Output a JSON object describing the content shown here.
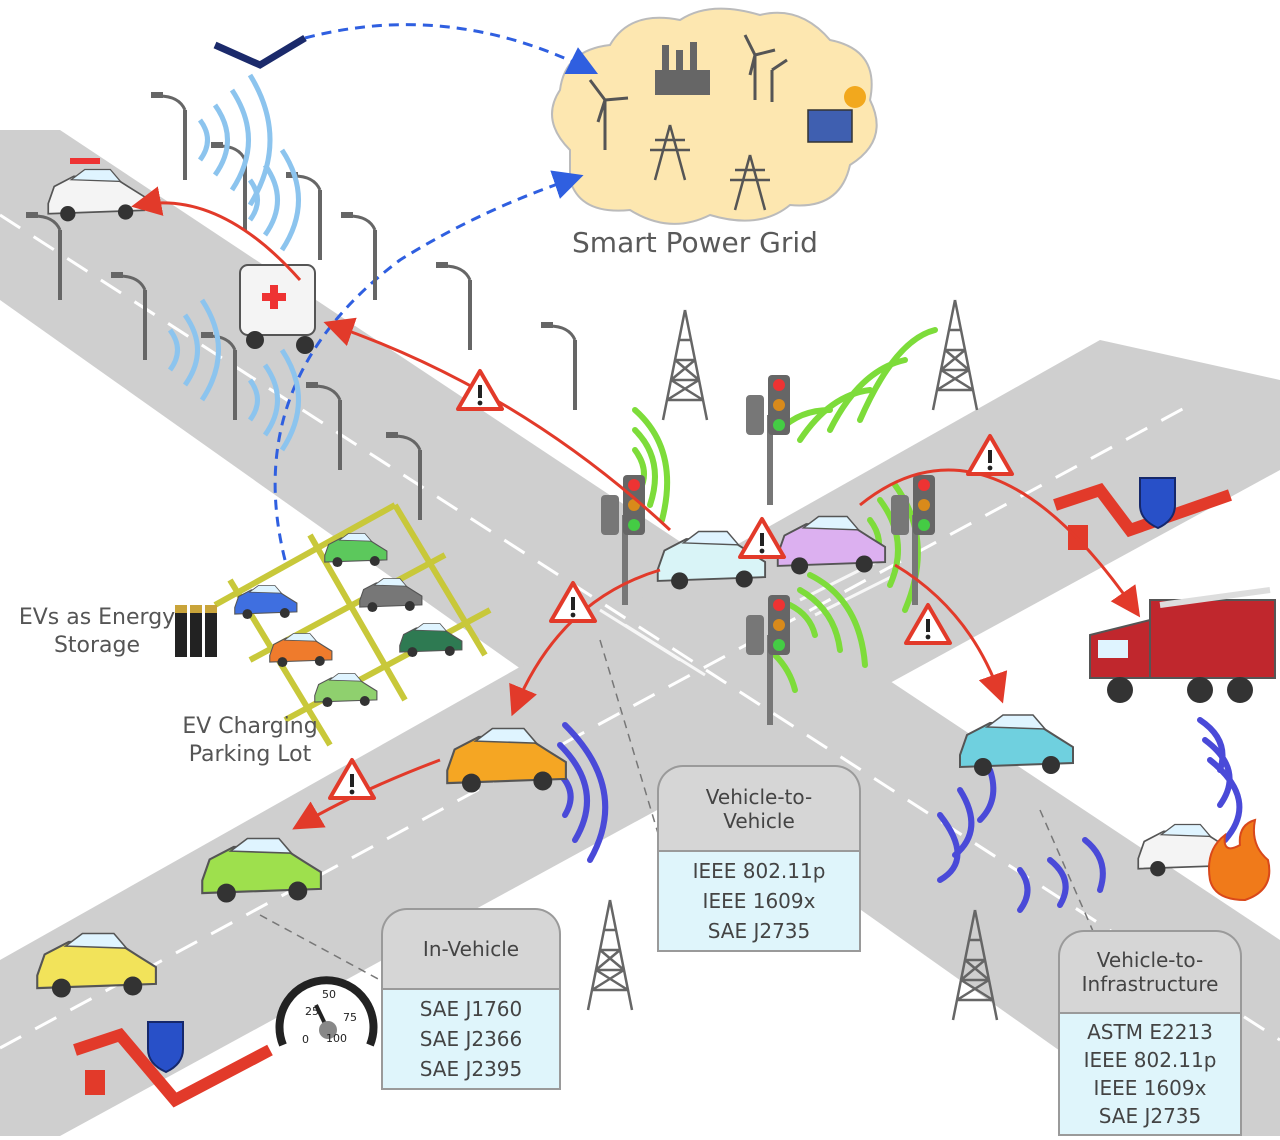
{
  "title": "Smart Power Grid",
  "labels": {
    "ev_storage": "EVs as Energy Storage",
    "ev_storage_line1": "EVs as Energy",
    "ev_storage_line2": "Storage",
    "ev_parking_line1": "EV Charging",
    "ev_parking_line2": "Parking Lot"
  },
  "boxes": {
    "v2v": {
      "title_line1": "Vehicle-to-",
      "title_line2": "Vehicle",
      "items": [
        "IEEE 802.11p",
        "IEEE 1609x",
        "SAE J2735"
      ]
    },
    "in_vehicle": {
      "title": "In-Vehicle",
      "items": [
        "SAE J1760",
        "SAE J2366",
        "SAE J2395"
      ]
    },
    "v2i": {
      "title_line1": "Vehicle-to-",
      "title_line2": "Infrastructure",
      "items": [
        "ASTM E2213",
        "IEEE 802.11p",
        "IEEE 1609x",
        "SAE J2735"
      ]
    }
  },
  "speedometer": {
    "ticks": [
      "25",
      "50",
      "75",
      "0",
      "100"
    ]
  },
  "warning_symbol": "!",
  "colors": {
    "road": "#cfcfcf",
    "v2v_wave": "#7ddc3a",
    "v2i_wave": "#4a4ad8",
    "street_wave": "#8cc4ee",
    "alert_arrow": "#e23a2a",
    "grid_link": "#2f5fe0",
    "cloud": "#fde7b0",
    "box_header": "#d6d6d6",
    "box_body": "#dff5fb"
  },
  "icons": [
    "wind-turbine-icon",
    "power-plant-icon",
    "transmission-tower-icon",
    "solar-panel-icon",
    "sun-icon",
    "battery-icon",
    "traffic-light-icon",
    "cell-tower-icon",
    "street-lamp-icon",
    "police-shield-icon",
    "fire-icon",
    "speedometer-icon",
    "warning-triangle-icon"
  ]
}
